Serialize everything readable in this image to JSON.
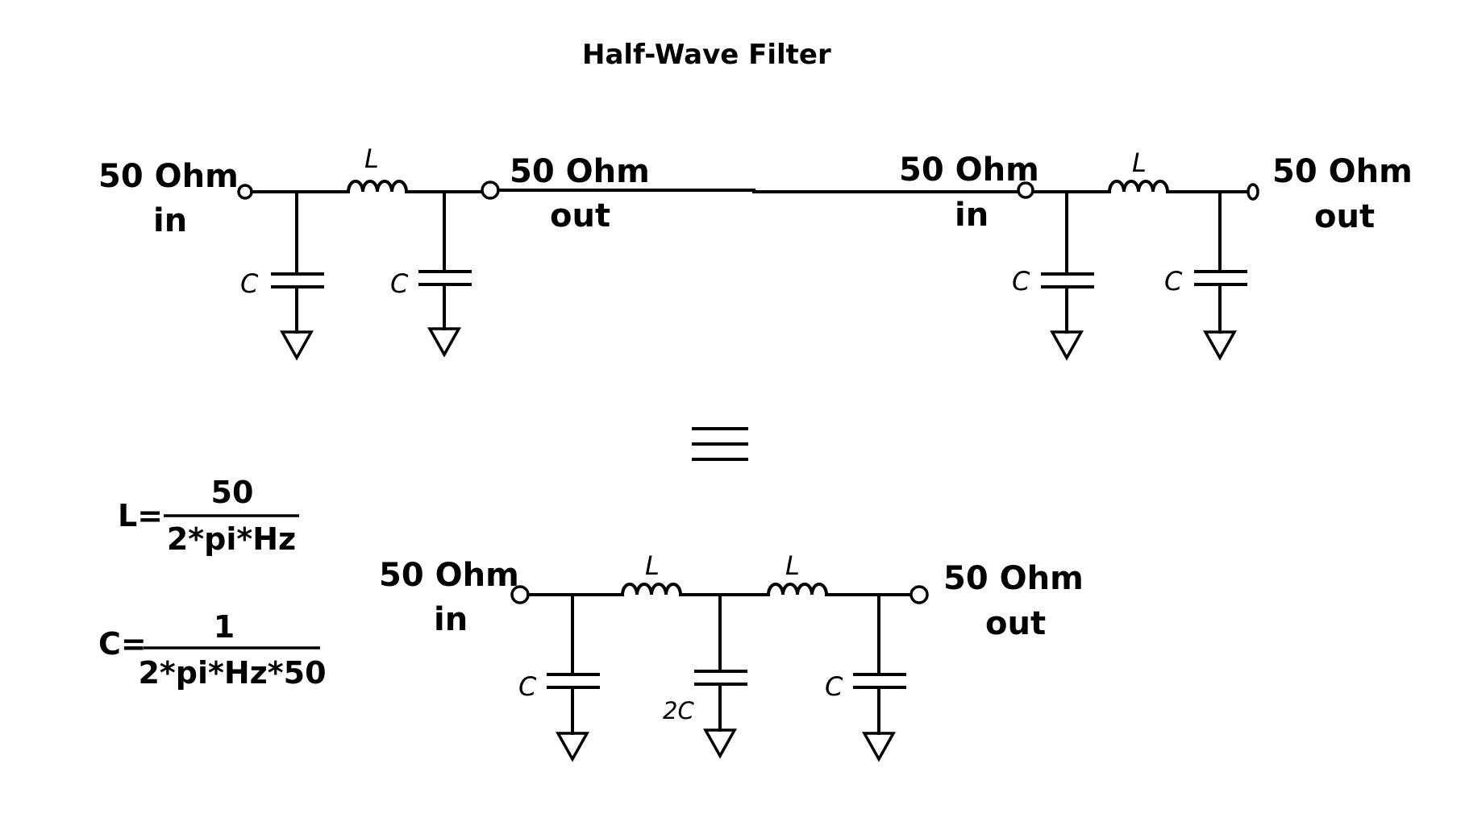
{
  "title": "Half-Wave Filter",
  "top_left_filter": {
    "in_label": "50 Ohm",
    "in_sub": "in",
    "out_label": "50 Ohm",
    "out_sub": "out",
    "inductor": "L",
    "cap_left": "C",
    "cap_right": "C"
  },
  "top_right_filter": {
    "in_label": "50 Ohm",
    "in_sub": "in",
    "out_label": "50 Ohm",
    "out_sub": "out",
    "inductor": "L",
    "cap_left": "C",
    "cap_right": "C"
  },
  "equivalence_symbol": "≡",
  "formulas": {
    "L_lhs": "L=",
    "L_numerator": "50",
    "L_denominator": "2*pi*Hz",
    "C_lhs": "C=",
    "C_numerator": "1",
    "C_denominator": "2*pi*Hz*50"
  },
  "bottom_filter": {
    "in_label": "50 Ohm",
    "in_sub": "in",
    "out_label": "50 Ohm",
    "out_sub": "out",
    "inductor_1": "L",
    "inductor_2": "L",
    "cap_left": "C",
    "cap_middle": "2C",
    "cap_right": "C"
  }
}
